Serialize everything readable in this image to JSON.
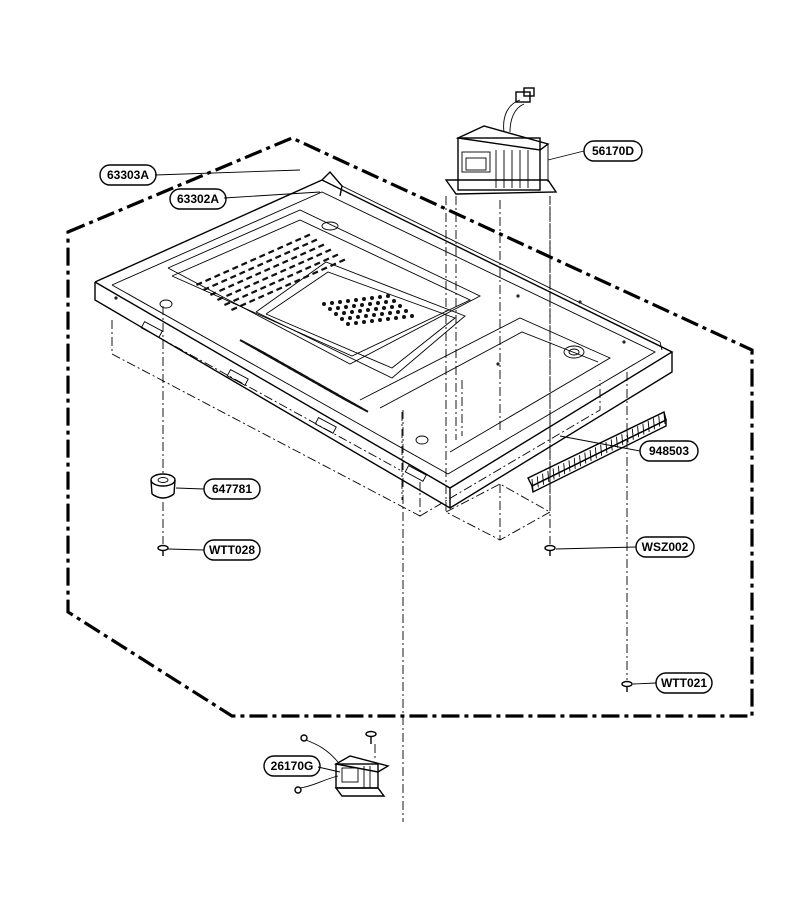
{
  "labels": [
    {
      "id": "63303A",
      "text": "63303A"
    },
    {
      "id": "63302A",
      "text": "63302A"
    },
    {
      "id": "56170D",
      "text": "56170D"
    },
    {
      "id": "948503",
      "text": "948503"
    },
    {
      "id": "647781",
      "text": "647781"
    },
    {
      "id": "WTT028",
      "text": "WTT028"
    },
    {
      "id": "WSZ002",
      "text": "WSZ002"
    },
    {
      "id": "WTT021",
      "text": "WTT021"
    },
    {
      "id": "26170G",
      "text": "26170G"
    }
  ]
}
